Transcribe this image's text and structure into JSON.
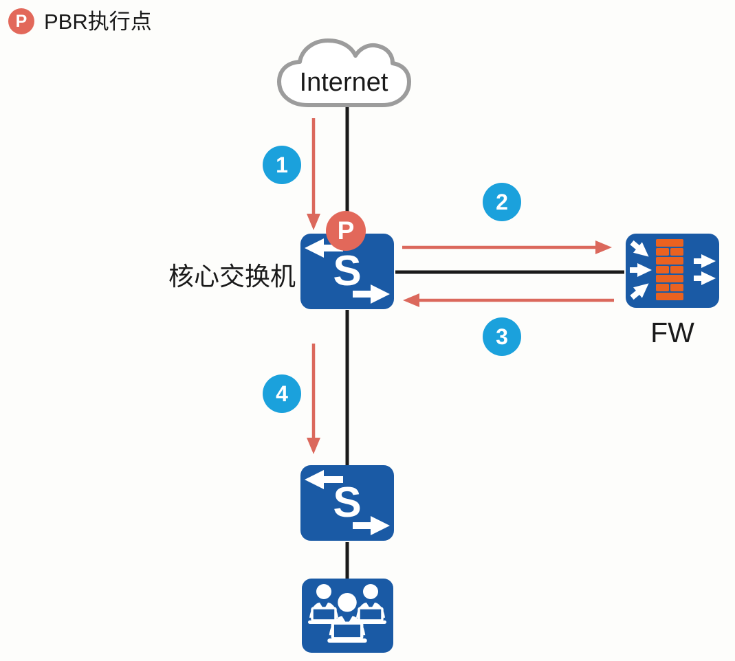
{
  "legend": {
    "badge": "P",
    "label": "PBR执行点"
  },
  "nodes": {
    "internet": {
      "label": "Internet"
    },
    "core_switch": {
      "label": "核心交换机",
      "letter": "S",
      "pbr_badge": "P"
    },
    "firewall": {
      "label": "FW"
    },
    "access_switch": {
      "letter": "S"
    }
  },
  "steps": [
    "1",
    "2",
    "3",
    "4"
  ],
  "icons": {
    "legend": "p-badge-icon",
    "internet": "cloud-icon",
    "core_switch": "switch-icon",
    "firewall": "firewall-brick-icon",
    "access_switch": "switch-icon",
    "users": "user-group-icon"
  },
  "colors": {
    "background": "#FDFDFB",
    "node_blue": "#1A5AA5",
    "step_circle_blue": "#1BA1DC",
    "pbr_badge_red": "#E2685A",
    "flow_arrow_red": "#DB685C",
    "brick_orange": "#EA6220",
    "cloud_outline_gray": "#9C9C9C",
    "link_black": "#1A1A1A"
  }
}
